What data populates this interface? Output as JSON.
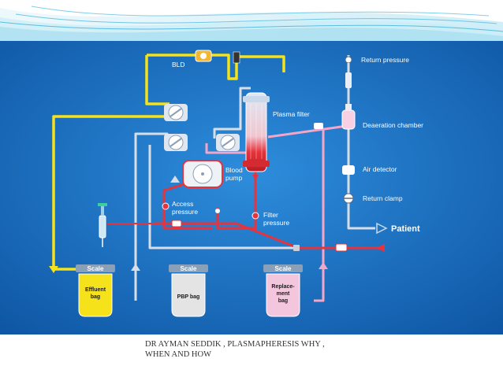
{
  "diagram": {
    "labels": {
      "bld": "BLD",
      "plasma_filter": "Plasma filter",
      "return_pressure": "Return pressure",
      "deaeration_chamber": "Deaeration chamber",
      "air_detector": "Air detector",
      "return_clamp": "Return clamp",
      "patient": "Patient",
      "blood_pump_line1": "Blood",
      "blood_pump_line2": "pump",
      "access_pressure_line1": "Access",
      "access_pressure_line2": "pressure",
      "filter_pressure_line1": "Filter",
      "filter_pressure_line2": "pressure"
    },
    "bags": [
      {
        "scale": "Scale",
        "lines": [
          "Effluent",
          "bag"
        ],
        "color": "#f5e21b"
      },
      {
        "scale": "Scale",
        "lines": [
          "PBP bag"
        ],
        "color": "#e4e4e4"
      },
      {
        "scale": "Scale",
        "lines": [
          "Replace-",
          "ment",
          "bag"
        ],
        "color": "#f4c6dd"
      }
    ],
    "colors": {
      "background": "#1e78c8",
      "effluent_line": "#f5e21b",
      "blood_line": "#e8323c",
      "pbp_line": "#d8dde6",
      "replacement_line": "#f4a6c8"
    }
  },
  "footer": {
    "line1": "DR AYMAN SEDDIK , PLASMAPHERESIS WHY ,",
    "line2": "WHEN AND HOW"
  }
}
